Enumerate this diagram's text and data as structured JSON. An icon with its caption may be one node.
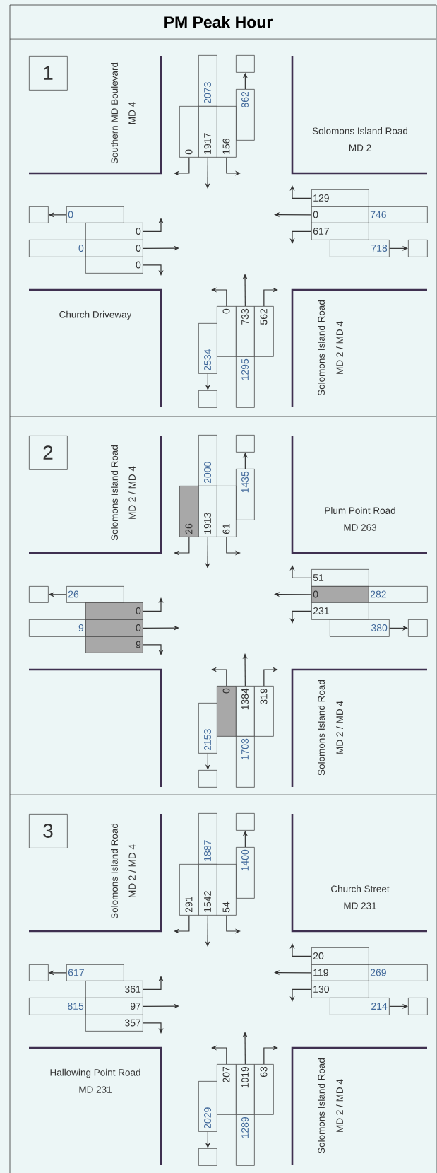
{
  "diagram": {
    "title": "PM Peak Hour",
    "nodes": [
      {
        "text": [
          "1"
        ]
      },
      {
        "text": [],
        "shape": "box"
      },
      {
        "text": [
          "2073"
        ]
      },
      {
        "text": [
          "862"
        ]
      },
      {
        "text": [
          "0"
        ]
      },
      {
        "text": [
          "1917"
        ]
      },
      {
        "text": [
          "156"
        ]
      },
      {
        "text": [
          "129"
        ]
      },
      {
        "text": [
          "0"
        ]
      },
      {
        "text": [
          "746"
        ]
      },
      {
        "text": [
          "617"
        ]
      },
      {
        "text": [
          "718"
        ]
      },
      {
        "text": [],
        "shape": "box"
      },
      {
        "text": [],
        "shape": "box"
      },
      {
        "text": [
          "0"
        ]
      },
      {
        "text": [
          "0"
        ]
      },
      {
        "text": [
          "0"
        ]
      },
      {
        "text": [
          "0"
        ]
      },
      {
        "text": [
          "0"
        ]
      },
      {
        "text": [
          "0"
        ]
      },
      {
        "text": [
          "733"
        ]
      },
      {
        "text": [
          "562"
        ]
      },
      {
        "text": [
          "2534"
        ]
      },
      {
        "text": [
          "1295"
        ]
      },
      {
        "text": [],
        "shape": "box"
      },
      {
        "text": [
          "2"
        ]
      },
      {
        "text": [],
        "shape": "box"
      },
      {
        "text": [
          "2000"
        ]
      },
      {
        "text": [
          "1435"
        ]
      },
      {
        "text": [
          "26"
        ]
      },
      {
        "text": [
          "1913"
        ]
      },
      {
        "text": [
          "61"
        ]
      },
      {
        "text": [
          "51"
        ]
      },
      {
        "text": [
          "0"
        ]
      },
      {
        "text": [
          "282"
        ]
      },
      {
        "text": [
          "231"
        ]
      },
      {
        "text": [
          "380"
        ]
      },
      {
        "text": [],
        "shape": "box"
      },
      {
        "text": [],
        "shape": "box"
      },
      {
        "text": [
          "26"
        ]
      },
      {
        "text": [
          "0"
        ]
      },
      {
        "text": [
          "9"
        ]
      },
      {
        "text": [
          "0"
        ]
      },
      {
        "text": [
          "9"
        ]
      },
      {
        "text": [
          "0"
        ]
      },
      {
        "text": [
          "1384"
        ]
      },
      {
        "text": [
          "319"
        ]
      },
      {
        "text": [
          "2153"
        ]
      },
      {
        "text": [
          "1703"
        ]
      },
      {
        "text": [],
        "shape": "box"
      },
      {
        "text": [
          "3"
        ]
      },
      {
        "text": [],
        "shape": "box"
      },
      {
        "text": [
          "1887"
        ]
      },
      {
        "text": [
          "1400"
        ]
      },
      {
        "text": [
          "291"
        ]
      },
      {
        "text": [
          "1542"
        ]
      },
      {
        "text": [
          "54"
        ]
      },
      {
        "text": [
          "20"
        ]
      },
      {
        "text": [
          "119"
        ]
      },
      {
        "text": [
          "269"
        ]
      },
      {
        "text": [
          "130"
        ]
      },
      {
        "text": [
          "214"
        ]
      },
      {
        "text": [],
        "shape": "box"
      },
      {
        "text": [],
        "shape": "box"
      },
      {
        "text": [
          "617"
        ]
      },
      {
        "text": [
          "361"
        ]
      },
      {
        "text": [
          "815"
        ]
      },
      {
        "text": [
          "97"
        ]
      },
      {
        "text": [
          "357"
        ]
      },
      {
        "text": [
          "207"
        ]
      },
      {
        "text": [
          "1019"
        ]
      },
      {
        "text": [
          "63"
        ]
      },
      {
        "text": [
          "2029"
        ]
      },
      {
        "text": [
          "1289"
        ]
      },
      {
        "text": [],
        "shape": "box"
      }
    ],
    "edges": [
      {
        "from": 3,
        "to": 1,
        "arrow": "to"
      },
      {
        "from": 4,
        "to": null,
        "arrow": "to"
      },
      {
        "from": 5,
        "to": null,
        "arrow": "to"
      },
      {
        "from": 6,
        "to": null,
        "arrow": "to"
      },
      {
        "from": 7,
        "to": null,
        "arrow": "to"
      },
      {
        "from": 8,
        "to": null,
        "arrow": "to"
      },
      {
        "from": 10,
        "to": null,
        "arrow": "to"
      },
      {
        "from": 11,
        "to": 12,
        "arrow": "to"
      },
      {
        "from": 14,
        "to": 13,
        "arrow": "to"
      },
      {
        "from": 15,
        "to": null,
        "arrow": "to"
      },
      {
        "from": 17,
        "to": null,
        "arrow": "to"
      },
      {
        "from": 18,
        "to": null,
        "arrow": "to"
      },
      {
        "from": 19,
        "to": null,
        "arrow": "to"
      },
      {
        "from": 20,
        "to": null,
        "arrow": "to"
      },
      {
        "from": 21,
        "to": null,
        "arrow": "to"
      },
      {
        "from": 22,
        "to": 24,
        "arrow": "to"
      },
      {
        "from": 28,
        "to": 26,
        "arrow": "to"
      },
      {
        "from": 29,
        "to": null,
        "arrow": "to"
      },
      {
        "from": 30,
        "to": null,
        "arrow": "to"
      },
      {
        "from": 31,
        "to": null,
        "arrow": "to"
      },
      {
        "from": 32,
        "to": null,
        "arrow": "to"
      },
      {
        "from": 33,
        "to": null,
        "arrow": "to"
      },
      {
        "from": 35,
        "to": null,
        "arrow": "to"
      },
      {
        "from": 36,
        "to": 37,
        "arrow": "to"
      },
      {
        "from": 39,
        "to": 38,
        "arrow": "to"
      },
      {
        "from": 40,
        "to": null,
        "arrow": "to"
      },
      {
        "from": 42,
        "to": null,
        "arrow": "to"
      },
      {
        "from": 43,
        "to": null,
        "arrow": "to"
      },
      {
        "from": 44,
        "to": null,
        "arrow": "to"
      },
      {
        "from": 45,
        "to": null,
        "arrow": "to"
      },
      {
        "from": 46,
        "to": null,
        "arrow": "to"
      },
      {
        "from": 47,
        "to": 49,
        "arrow": "to"
      },
      {
        "from": 53,
        "to": 51,
        "arrow": "to"
      },
      {
        "from": 54,
        "to": null,
        "arrow": "to"
      },
      {
        "from": 55,
        "to": null,
        "arrow": "to"
      },
      {
        "from": 56,
        "to": null,
        "arrow": "to"
      },
      {
        "from": 57,
        "to": null,
        "arrow": "to"
      },
      {
        "from": 58,
        "to": null,
        "arrow": "to"
      },
      {
        "from": 60,
        "to": null,
        "arrow": "to"
      },
      {
        "from": 61,
        "to": 62,
        "arrow": "to"
      },
      {
        "from": 64,
        "to": 63,
        "arrow": "to"
      },
      {
        "from": 65,
        "to": null,
        "arrow": "to"
      },
      {
        "from": 67,
        "to": null,
        "arrow": "to"
      },
      {
        "from": 68,
        "to": null,
        "arrow": "to"
      },
      {
        "from": 69,
        "to": null,
        "arrow": "to"
      },
      {
        "from": 70,
        "to": null,
        "arrow": "to"
      },
      {
        "from": 71,
        "to": null,
        "arrow": "to"
      },
      {
        "from": 72,
        "to": 74,
        "arrow": "to"
      }
    ],
    "labels": [
      "Southern MD Boulevard",
      "MD 4",
      "Solomons Island Road",
      "MD 2",
      "Church Driveway",
      "Solomons Island Road",
      "MD 2 / MD 4",
      "Solomons Island Road",
      "MD 2 / MD 4",
      "Plum Point Road",
      "MD 263",
      "Solomons Island Road",
      "MD 2 / MD 4",
      "Solomons Island Road",
      "MD 2 / MD 4",
      "Church Street",
      "MD 231",
      "Hallowing Point Road",
      "MD 231",
      "Solomons Island Road",
      "MD 2 / MD 4"
    ]
  }
}
